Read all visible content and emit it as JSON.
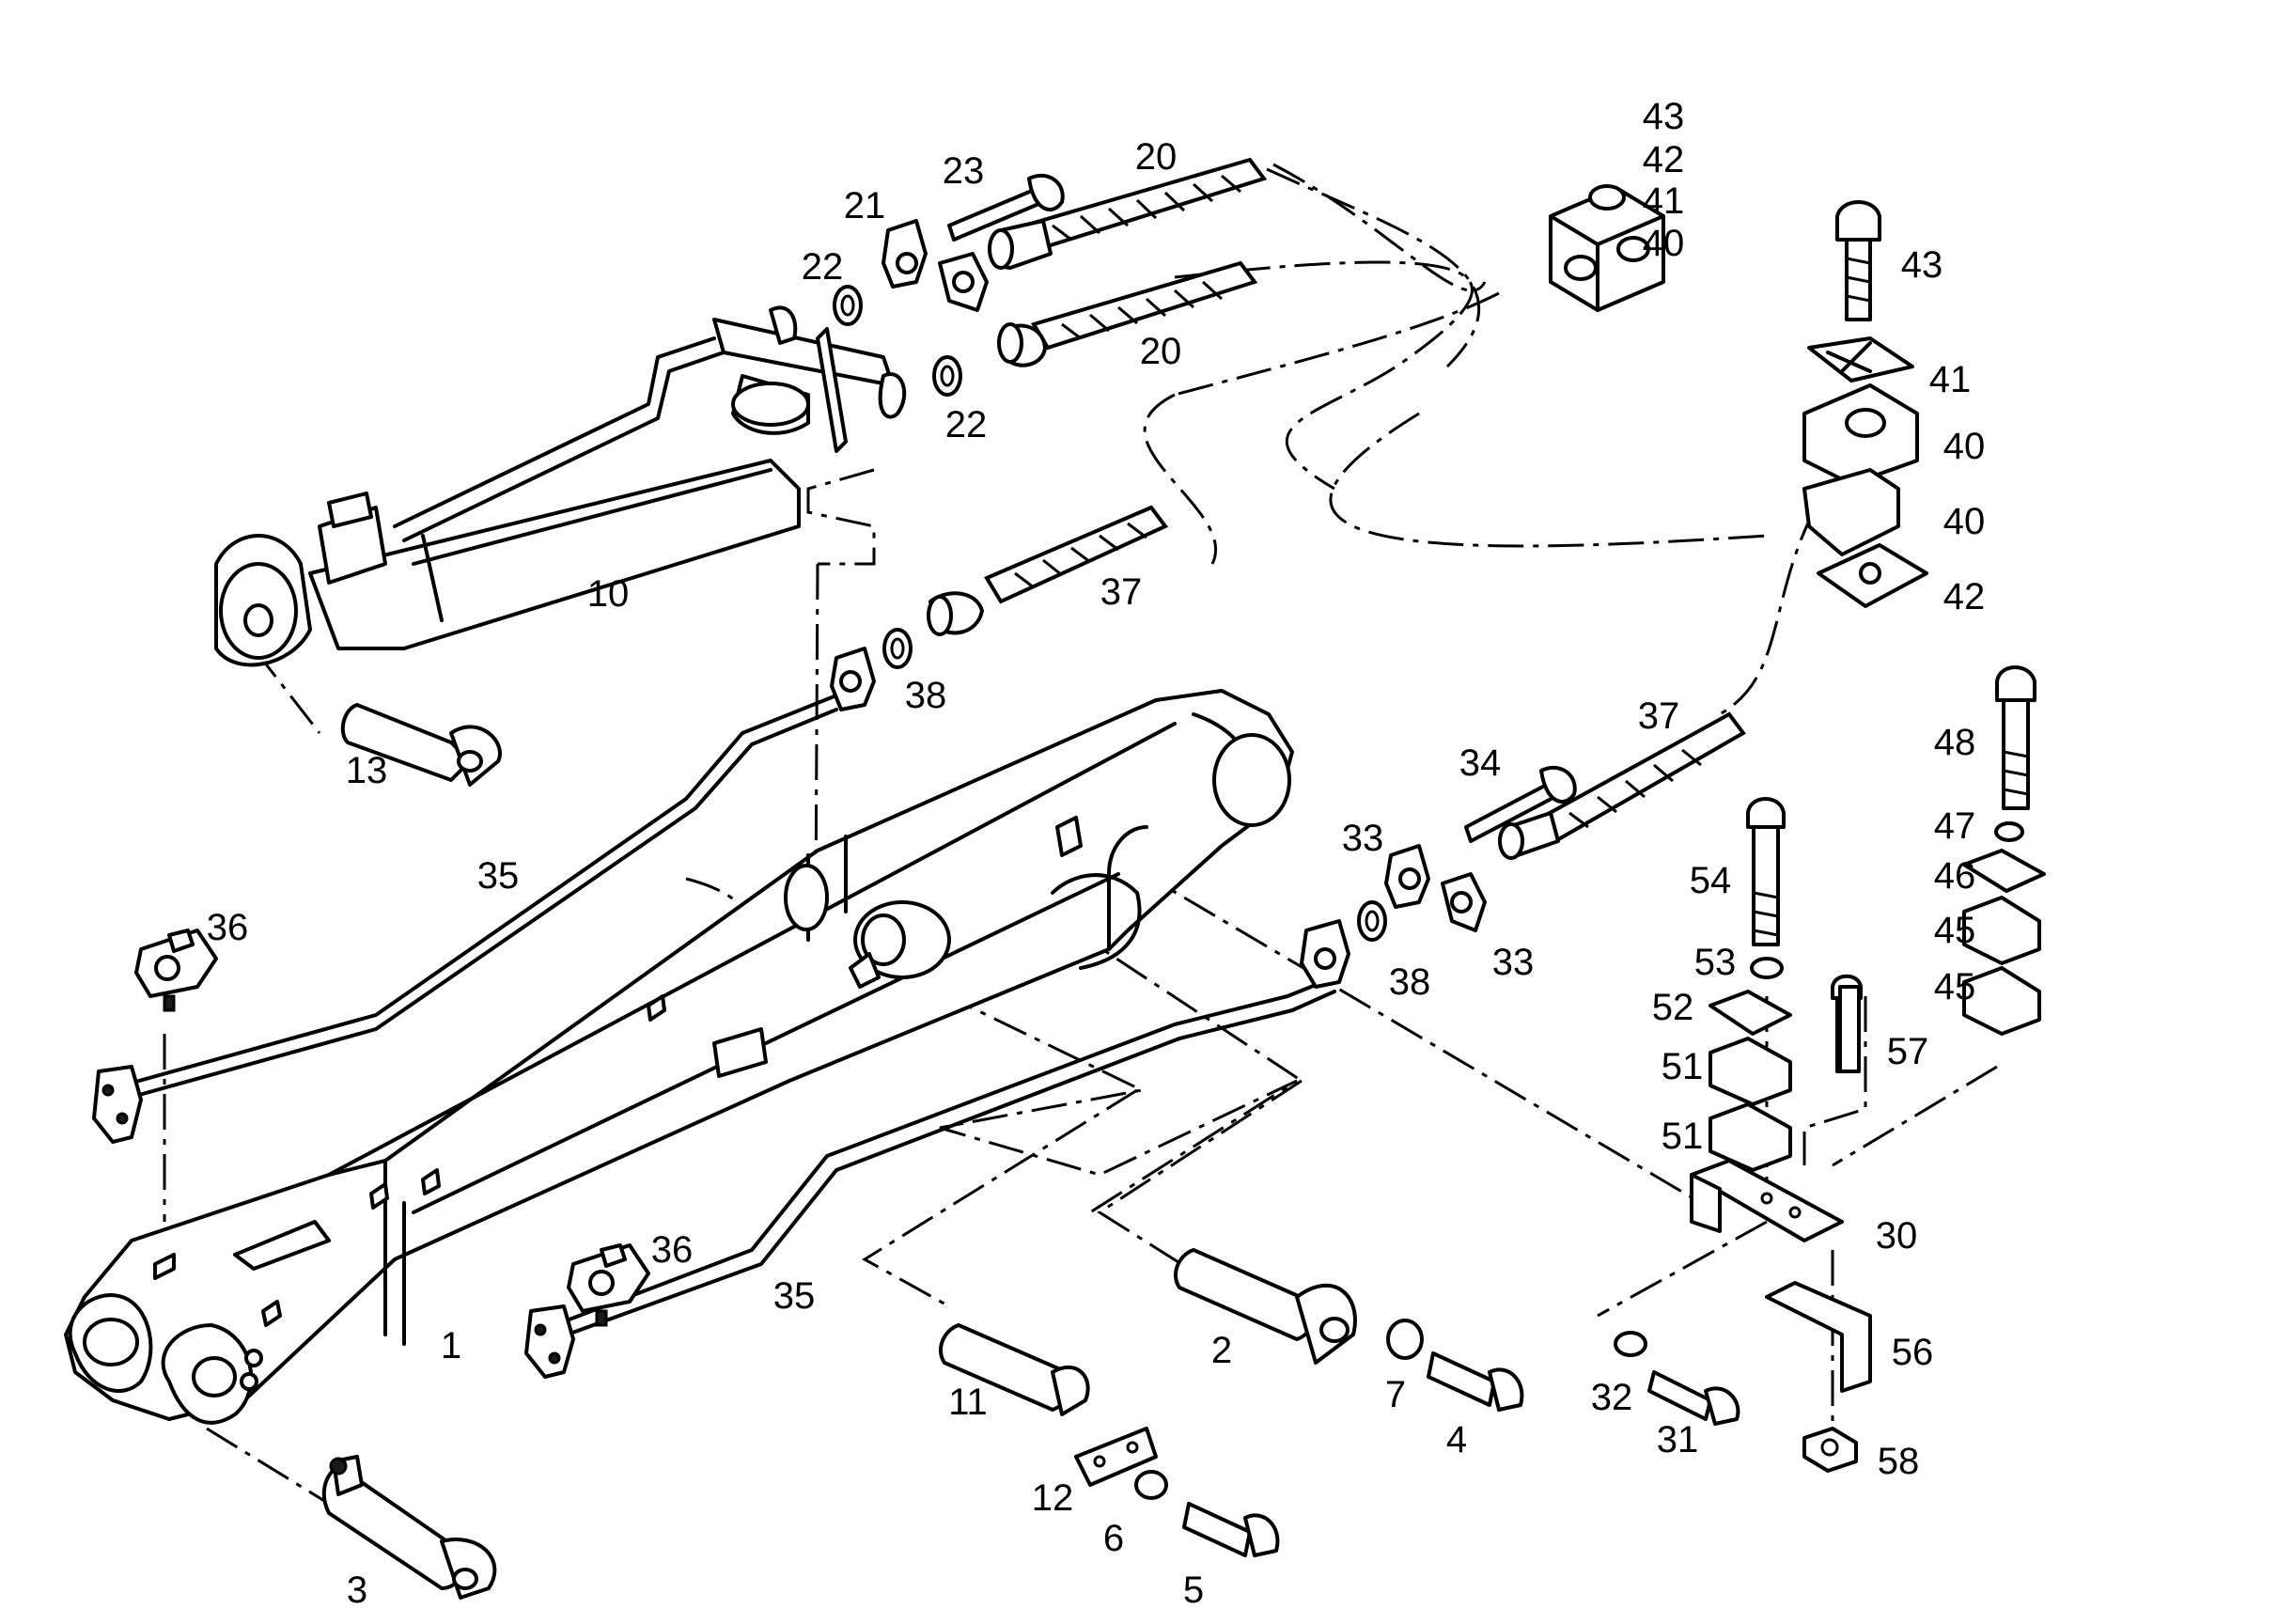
{
  "callouts": [
    {
      "id": "c43a",
      "text": "43"
    },
    {
      "id": "c42a",
      "text": "42"
    },
    {
      "id": "c41a",
      "text": "41"
    },
    {
      "id": "c40a",
      "text": "40"
    },
    {
      "id": "c23",
      "text": "23"
    },
    {
      "id": "c20a",
      "text": "20"
    },
    {
      "id": "c21",
      "text": "21"
    },
    {
      "id": "c22a",
      "text": "22"
    },
    {
      "id": "c20b",
      "text": "20"
    },
    {
      "id": "c22b",
      "text": "22"
    },
    {
      "id": "c43b",
      "text": "43"
    },
    {
      "id": "c41b",
      "text": "41"
    },
    {
      "id": "c40b",
      "text": "40"
    },
    {
      "id": "c40c",
      "text": "40"
    },
    {
      "id": "c42b",
      "text": "42"
    },
    {
      "id": "c10",
      "text": "10"
    },
    {
      "id": "c37a",
      "text": "37"
    },
    {
      "id": "c38a",
      "text": "38"
    },
    {
      "id": "c13",
      "text": "13"
    },
    {
      "id": "c37b",
      "text": "37"
    },
    {
      "id": "c48",
      "text": "48"
    },
    {
      "id": "c34",
      "text": "34"
    },
    {
      "id": "c33a",
      "text": "33"
    },
    {
      "id": "c35a",
      "text": "35"
    },
    {
      "id": "c54",
      "text": "54"
    },
    {
      "id": "c47",
      "text": "47"
    },
    {
      "id": "c46",
      "text": "46"
    },
    {
      "id": "c36a",
      "text": "36"
    },
    {
      "id": "c45a",
      "text": "45"
    },
    {
      "id": "c33b",
      "text": "33"
    },
    {
      "id": "c38b",
      "text": "38"
    },
    {
      "id": "c53",
      "text": "53"
    },
    {
      "id": "c45b",
      "text": "45"
    },
    {
      "id": "c52",
      "text": "52"
    },
    {
      "id": "c57",
      "text": "57"
    },
    {
      "id": "c51a",
      "text": "51"
    },
    {
      "id": "c51b",
      "text": "51"
    },
    {
      "id": "c30",
      "text": "30"
    },
    {
      "id": "c36b",
      "text": "36"
    },
    {
      "id": "c35b",
      "text": "35"
    },
    {
      "id": "c1",
      "text": "1"
    },
    {
      "id": "c2",
      "text": "2"
    },
    {
      "id": "c56",
      "text": "56"
    },
    {
      "id": "c7",
      "text": "7"
    },
    {
      "id": "c32",
      "text": "32"
    },
    {
      "id": "c11",
      "text": "11"
    },
    {
      "id": "c4",
      "text": "4"
    },
    {
      "id": "c31",
      "text": "31"
    },
    {
      "id": "c58",
      "text": "58"
    },
    {
      "id": "c12",
      "text": "12"
    },
    {
      "id": "c6",
      "text": "6"
    },
    {
      "id": "c3",
      "text": "3"
    },
    {
      "id": "c5",
      "text": "5"
    }
  ]
}
